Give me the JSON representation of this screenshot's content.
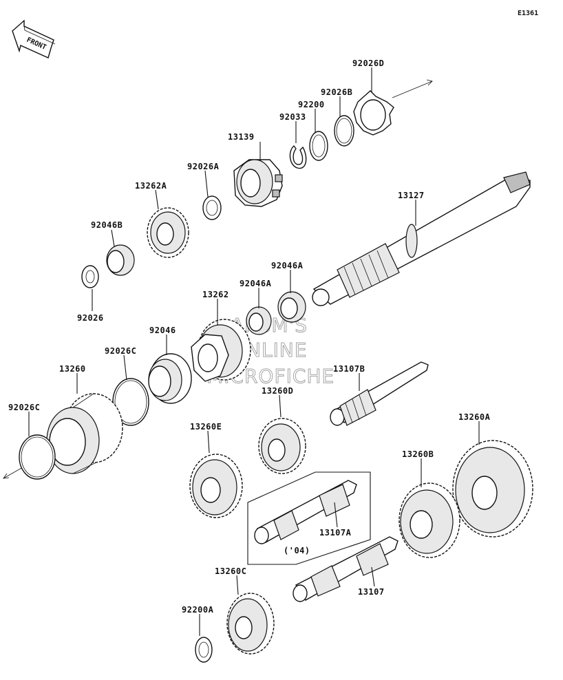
{
  "diagram_id": "E1361",
  "front_indicator": "FRONT",
  "watermark": [
    "ARSM'S",
    "ONLINE",
    "MICROFICHE"
  ],
  "group_note": "('04)",
  "labels": {
    "p92026D": "92026D",
    "p92026B": "92026B",
    "p92200": "92200",
    "p92033": "92033",
    "p13139": "13139",
    "p92026A": "92026A",
    "p13262A": "13262A",
    "p13127": "13127",
    "p92046B": "92046B",
    "p92026": "92026",
    "p92046A_1": "92046A",
    "p92046A_2": "92046A",
    "p13262": "13262",
    "p92046": "92046",
    "p92026C_1": "92026C",
    "p13260": "13260",
    "p92026C_2": "92026C",
    "p13107B": "13107B",
    "p13260D": "13260D",
    "p13260E": "13260E",
    "p13260A": "13260A",
    "p13260B": "13260B",
    "p13107A": "13107A",
    "p13260C": "13260C",
    "p13107": "13107",
    "p92200A": "92200A"
  },
  "colors": {
    "line": "#111111",
    "fill": "#ffffff",
    "shade": "#bdbdbd",
    "watermark": "#9a9a9a"
  }
}
